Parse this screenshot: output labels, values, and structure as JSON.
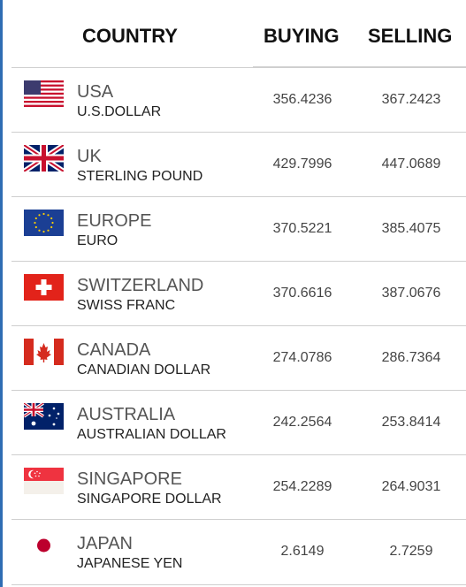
{
  "header": {
    "country": "COUNTRY",
    "buying": "BUYING",
    "selling": "SELLING"
  },
  "rows": [
    {
      "country": "USA",
      "currency": "U.S.DOLLAR",
      "buying": "356.4236",
      "selling": "367.2423",
      "flag_icon": "us-flag-icon"
    },
    {
      "country": "UK",
      "currency": "STERLING POUND",
      "buying": "429.7996",
      "selling": "447.0689",
      "flag_icon": "uk-flag-icon"
    },
    {
      "country": "EUROPE",
      "currency": "EURO",
      "buying": "370.5221",
      "selling": "385.4075",
      "flag_icon": "eu-flag-icon"
    },
    {
      "country": "SWITZERLAND",
      "currency": "SWISS FRANC",
      "buying": "370.6616",
      "selling": "387.0676",
      "flag_icon": "swiss-flag-icon"
    },
    {
      "country": "CANADA",
      "currency": "CANADIAN DOLLAR",
      "buying": "274.0786",
      "selling": "286.7364",
      "flag_icon": "canada-flag-icon"
    },
    {
      "country": "AUSTRALIA",
      "currency": "AUSTRALIAN DOLLAR",
      "buying": "242.2564",
      "selling": "253.8414",
      "flag_icon": "australia-flag-icon"
    },
    {
      "country": "SINGAPORE",
      "currency": "SINGAPORE DOLLAR",
      "buying": "254.2289",
      "selling": "264.9031",
      "flag_icon": "singapore-flag-icon"
    },
    {
      "country": "JAPAN",
      "currency": "JAPANESE YEN",
      "buying": "2.6149",
      "selling": "2.7259",
      "flag_icon": "japan-flag-icon"
    }
  ],
  "colors": {
    "frame_border": "#2f6db3",
    "row_border": "#cfcfcf"
  }
}
